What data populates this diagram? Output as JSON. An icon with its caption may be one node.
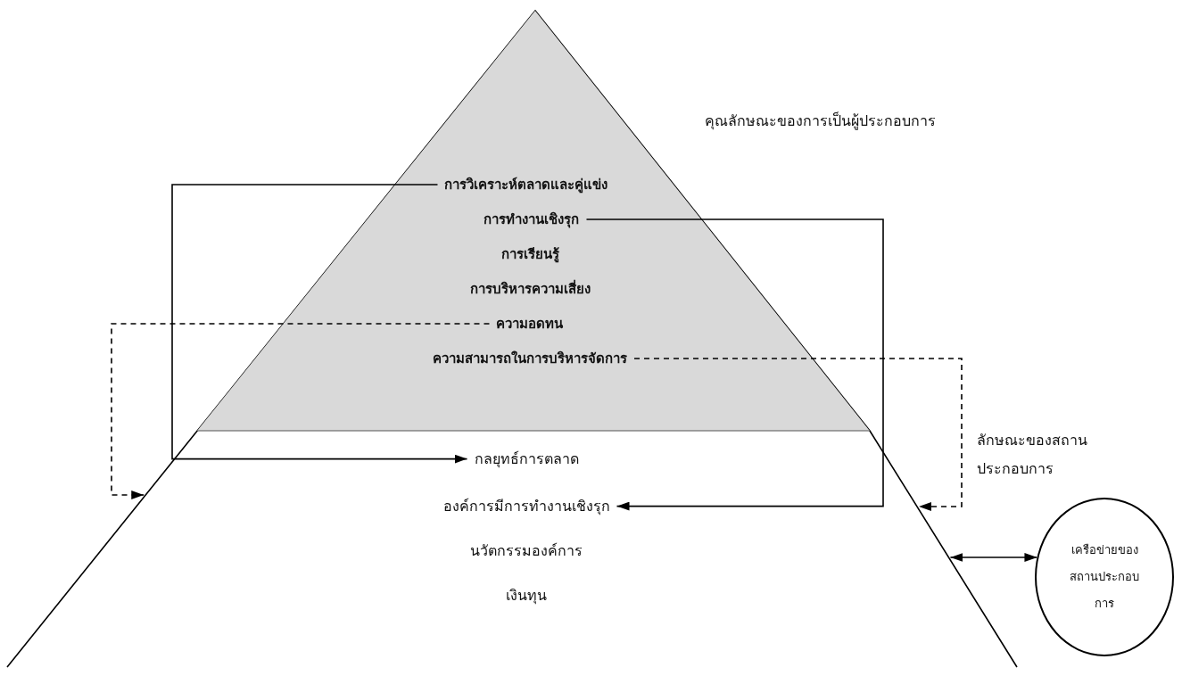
{
  "diagram": {
    "nodes": [
      {
        "text": [
          "ลักษณะของสถานประกอบการ"
        ]
      },
      {
        "text": [
          "คุณลักษณะของการเป็นผู้ประกอบการ"
        ],
        "in": 0
      },
      {
        "text": [
          "การวิเคราะห์ตลาดและคู่แข่ง"
        ],
        "in": 1
      },
      {
        "text": [
          "การทำงานเชิงรุก"
        ],
        "in": 1
      },
      {
        "text": [
          "การเรียนรู้"
        ],
        "in": 1
      },
      {
        "text": [
          "การบริหารความเสี่ยง"
        ],
        "in": 1
      },
      {
        "text": [
          "ความอดทน"
        ],
        "in": 1
      },
      {
        "text": [
          "ความสามารถในการบริหารจัดการ"
        ],
        "in": 1
      },
      {
        "text": [
          "กลยุทธ์การตลาด"
        ],
        "in": 0
      },
      {
        "text": [
          "องค์การมีการทำงานเชิงรุก"
        ],
        "in": 0
      },
      {
        "text": [
          "นวัตกรรมองค์การ"
        ],
        "in": 0
      },
      {
        "text": [
          "เงินทุน"
        ],
        "in": 0
      },
      {
        "text": [
          "เครือข่ายของสถานประกอบการ"
        ]
      }
    ],
    "edges": [
      {
        "from": 2,
        "to": 8,
        "arrow": "to"
      },
      {
        "from": 3,
        "to": 9,
        "arrow": "to"
      },
      {
        "from": 6,
        "to": null,
        "arrow": "to",
        "style": "dashed"
      },
      {
        "from": 7,
        "to": null,
        "arrow": "to",
        "style": "dashed"
      },
      {
        "from": null,
        "to": 12,
        "arrow": "both"
      }
    ]
  }
}
